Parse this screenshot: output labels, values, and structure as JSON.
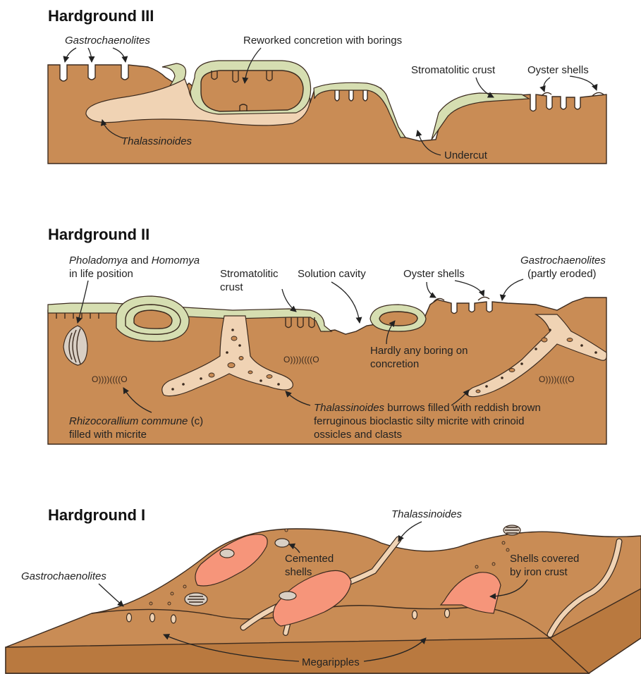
{
  "panels": {
    "h3": {
      "title": "Hardground III",
      "labels": {
        "gastrochaenolites": "Gastrochaenolites",
        "reworked": "Reworked concretion with borings",
        "stromatolitic": "Stromatolitic crust",
        "oyster": "Oyster shells",
        "thalassinoides": "Thalassinoides",
        "undercut": "Undercut"
      }
    },
    "h2": {
      "title": "Hardground II",
      "labels": {
        "pholadomya_1_it": "Pholadomya",
        "pholadomya_1_and": " and ",
        "pholadomya_1_it2": "Homomya",
        "pholadomya_2": "in life position",
        "stromatolitic_1": "Stromatolitic",
        "stromatolitic_2": "crust",
        "solution": "Solution cavity",
        "oyster": "Oyster shells",
        "gastro_1": "Gastrochaenolites",
        "gastro_2": "(partly eroded)",
        "hardly_1": "Hardly any boring on",
        "hardly_2": "concretion",
        "rhizo_it": "Rhizocorallium commune",
        "rhizo_rest": " (c)",
        "rhizo_2": "filled with micrite",
        "thal_it": "Thalassinoides",
        "thal_rest": " burrows filled with reddish brown",
        "thal_2": "ferruginous bioclastic silty micrite with crinoid",
        "thal_3": "ossicles and clasts"
      }
    },
    "h1": {
      "title": "Hardground I",
      "labels": {
        "thalassinoides": "Thalassinoides",
        "cemented_1": "Cemented",
        "cemented_2": "shells",
        "shells_1": "Shells covered",
        "shells_2": "by iron crust",
        "gastro": "Gastrochaenolites",
        "megaripples": "Megaripples"
      }
    }
  },
  "colors": {
    "rock": "#C98C55",
    "crust": "#D6DEB1",
    "burrow_fill": "#F0D3B4",
    "iron_crust": "#F6957A",
    "outline": "#3b2a1e"
  }
}
